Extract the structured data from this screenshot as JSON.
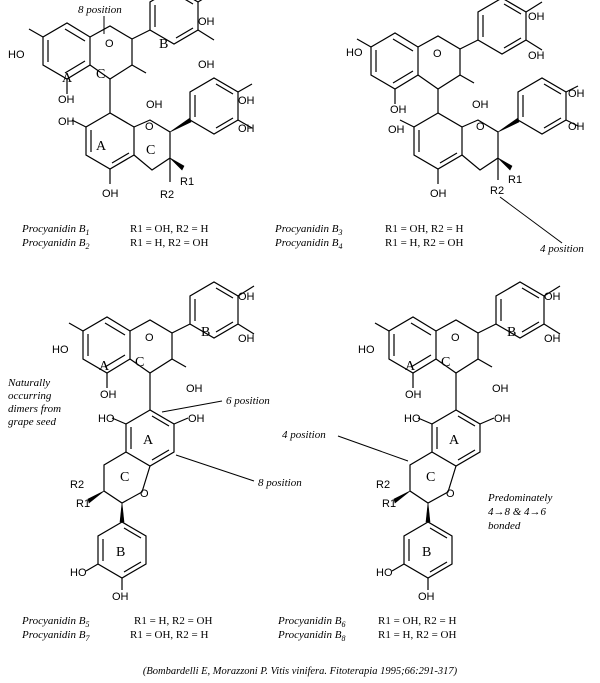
{
  "atoms": {
    "oh": "OH",
    "ho": "HO",
    "o": "O",
    "r1": "R1",
    "r2": "R2"
  },
  "rings": {
    "a": "A",
    "b": "B",
    "c": "C"
  },
  "annotations": {
    "eight_position_top": "8 position",
    "four_position_right": "4 position",
    "six_position": "6 position",
    "eight_position_mid": "8 position",
    "four_position_bottom": "4 position",
    "naturally_occurring": [
      "Naturally",
      "occurring",
      "dimers from",
      "grape seed"
    ],
    "predominately": [
      "Predominately",
      "4→8 & 4→6",
      "bonded"
    ]
  },
  "captions": {
    "b1_name": "Procyanidin B",
    "b1_sub": "1",
    "b1_r": "R1 = OH, R2 = H",
    "b2_name": "Procyanidin B",
    "b2_sub": "2",
    "b2_r": "R1 = H, R2 = OH",
    "b3_name": "Procyanidin B",
    "b3_sub": "3",
    "b3_r": "R1 = OH, R2 = H",
    "b4_name": "Procyanidin B",
    "b4_sub": "4",
    "b4_r": "R1 = H, R2 = OH",
    "b5_name": "Procyanidin B",
    "b5_sub": "5",
    "b5_r": "R1 = H, R2 = OH",
    "b7_name": "Procyanidin B",
    "b7_sub": "7",
    "b7_r": "R1 = OH, R2 = H",
    "b6_name": "Procyanidin B",
    "b6_sub": "6",
    "b6_r": "R1 = OH, R2 = H",
    "b8_name": "Procyanidin B",
    "b8_sub": "8",
    "b8_r": "R1 = H, R2 = OH"
  },
  "citation": "(Bombardelli E, Morazzoni P.  Vitis vinifera.  Fitoterapia 1995;66:291-317)"
}
